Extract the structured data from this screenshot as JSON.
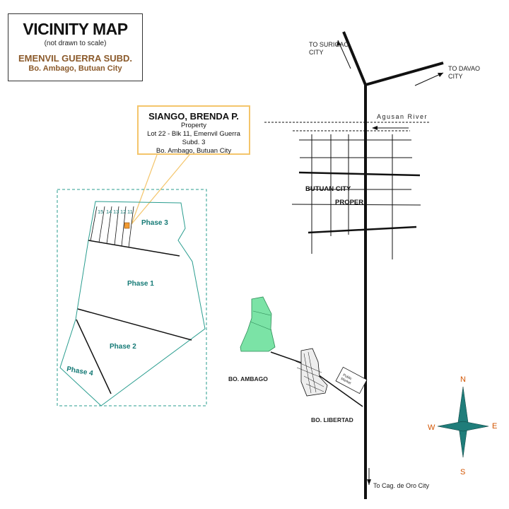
{
  "title": {
    "main": "VICINITY MAP",
    "note": "(not drawn to scale)",
    "subdivision": "EMENVIL GUERRA SUBD.",
    "location": "Bo. Ambago, Butuan City"
  },
  "property": {
    "owner": "SIANGO, BRENDA P.",
    "label": "Property",
    "lot": "Lot 22 - Blk 11, Emenvil Guerra Subd. 3",
    "address": "Bo. Ambago, Butuan City"
  },
  "roads": {
    "surigao": "TO SURIGAO CITY",
    "davao": "TO DAVAO CITY",
    "cagayan": "To Cag. de Oro City"
  },
  "river": "Agusan River",
  "places": {
    "city_line1": "BUTUAN CITY",
    "city_line2": "PROPER",
    "ambago": "BO. AMBAGO",
    "libertad": "BO. LIBERTAD",
    "market": "Public Market"
  },
  "phases": [
    "Phase 3",
    "Phase 1",
    "Phase 2",
    "Phase 4"
  ],
  "lot_numbers": [
    "15",
    "14",
    "13",
    "12",
    "11"
  ],
  "compass": {
    "n": "N",
    "s": "S",
    "e": "E",
    "w": "W"
  },
  "colors": {
    "teal": "#2a9d8f",
    "property": "#f39c33",
    "green_area": "#7be3a6",
    "callout": "#f4c56b",
    "compass": "#1f7d7a",
    "brown": "#8b5a2b"
  }
}
